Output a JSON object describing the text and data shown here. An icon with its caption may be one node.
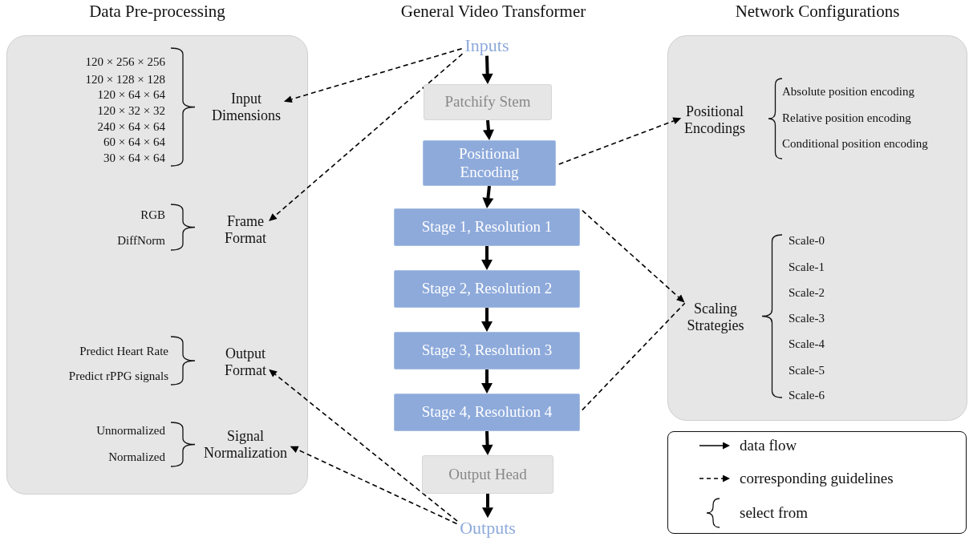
{
  "diagram": {
    "nodes": [
      {
        "text": [
          "Data Pre-processing"
        ]
      },
      {
        "text": [
          "Input Dimensions"
        ],
        "in": 0
      },
      {
        "text": [
          "Frame Format"
        ],
        "in": 0
      },
      {
        "text": [
          "Output Format"
        ],
        "in": 0
      },
      {
        "text": [
          "Signal Normalization"
        ],
        "in": 0
      },
      {
        "text": [
          "Inputs"
        ]
      },
      {
        "text": [
          "Patchify Stem"
        ]
      },
      {
        "text": [
          "Positional Encoding"
        ]
      },
      {
        "text": [
          "Stage 1, Resolution 1"
        ]
      },
      {
        "text": [
          "Stage 2, Resolution 2"
        ]
      },
      {
        "text": [
          "Stage 3, Resolution 3"
        ]
      },
      {
        "text": [
          "Stage 4, Resolution 4"
        ]
      },
      {
        "text": [
          "Output Head"
        ]
      },
      {
        "text": [
          "Outputs"
        ]
      },
      {
        "text": [
          "Network Configurations"
        ]
      },
      {
        "text": [
          "Positional Encodings"
        ],
        "in": 14
      },
      {
        "text": [
          "Scaling Strategies"
        ],
        "in": 14
      }
    ],
    "edges": [
      {
        "from": 5,
        "to": 6,
        "arrow": "to"
      },
      {
        "from": 6,
        "to": 7,
        "arrow": "to"
      },
      {
        "from": 7,
        "to": 8,
        "arrow": "to"
      },
      {
        "from": 8,
        "to": 9,
        "arrow": "to"
      },
      {
        "from": 9,
        "to": 10,
        "arrow": "to"
      },
      {
        "from": 10,
        "to": 11,
        "arrow": "to"
      },
      {
        "from": 11,
        "to": 12,
        "arrow": "to"
      },
      {
        "from": 12,
        "to": 13,
        "arrow": "to"
      },
      {
        "from": 5,
        "to": 1,
        "arrow": "to",
        "style": "dashed"
      },
      {
        "from": 5,
        "to": 2,
        "arrow": "to",
        "style": "dashed"
      },
      {
        "from": 7,
        "to": 15,
        "arrow": "to",
        "style": "dashed"
      },
      {
        "from": 8,
        "to": 16,
        "arrow": "to",
        "style": "dashed"
      },
      {
        "from": 11,
        "to": 16,
        "arrow": "none",
        "style": "dashed"
      },
      {
        "from": 13,
        "to": 3,
        "arrow": "to",
        "style": "dashed"
      },
      {
        "from": 13,
        "to": 4,
        "arrow": "to",
        "style": "dashed"
      }
    ],
    "labels": [
      "General Video Transformer",
      "120 × 256 × 256",
      "120 × 128 × 128",
      "120 × 64 × 64",
      "120 × 32 × 32",
      "240 × 64 × 64",
      "60 × 64 × 64",
      "30 × 64 × 64",
      "RGB",
      "DiffNorm",
      "Predict Heart Rate",
      "Predict rPPG signals",
      "Unnormalized",
      "Normalized",
      "Absolute position encoding",
      "Relative position encoding",
      "Conditional position encoding",
      "Scale-0",
      "Scale-1",
      "Scale-2",
      "Scale-3",
      "Scale-4",
      "Scale-5",
      "Scale-6"
    ],
    "legend": [
      {
        "text": "data flow"
      },
      {
        "text": "corresponding guidelines"
      },
      {
        "text": "select from"
      }
    ]
  }
}
